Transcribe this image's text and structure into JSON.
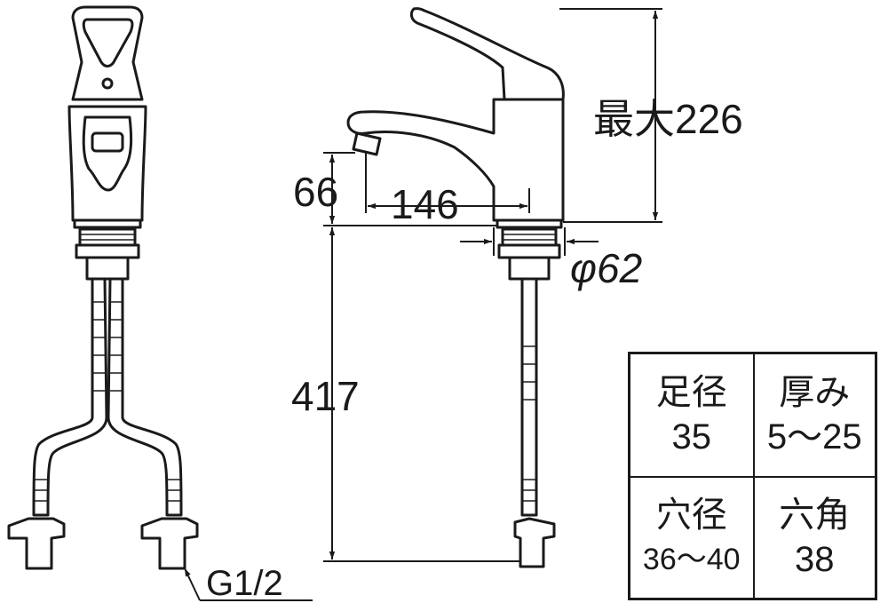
{
  "dimensions": {
    "max_height": "最大226",
    "spout_height": "66",
    "spout_reach": "146",
    "base_diameter": "φ62",
    "total_length": "417",
    "thread": "G1/2"
  },
  "spec_table": {
    "cells": [
      {
        "label": "足径",
        "value": "35"
      },
      {
        "label": "厚み",
        "value": "5～25"
      },
      {
        "label": "穴径",
        "value": "36～40"
      },
      {
        "label": "六角",
        "value": "38"
      }
    ]
  }
}
